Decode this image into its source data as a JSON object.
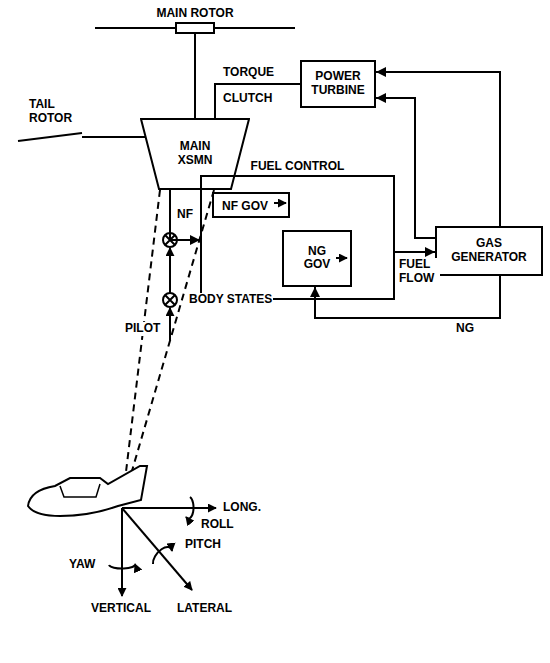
{
  "diagram": {
    "nodes": [
      {
        "text": [
          "MAIN ROTOR"
        ]
      },
      {
        "text": [
          "MAIN XSMN"
        ]
      },
      {
        "text": [
          "POWER TURBINE"
        ]
      },
      {
        "text": [
          "FUEL CONTROL"
        ]
      },
      {
        "text": [
          "NF GOV"
        ],
        "in": 3
      },
      {
        "text": [
          "NG GOV"
        ],
        "in": 3
      },
      {
        "text": [
          "GAS GENERATOR"
        ]
      }
    ],
    "edges": [
      {
        "from": 0,
        "to": 1,
        "arrow": "none"
      },
      {
        "from": 2,
        "to": 1,
        "label": "TORQUE",
        "arrow": "none"
      },
      {
        "from": 1,
        "to": 3,
        "label": "NF",
        "arrow": "to"
      },
      {
        "from": 3,
        "to": 6,
        "label": "FUEL FLOW",
        "arrow": "to"
      },
      {
        "from": 6,
        "to": 2,
        "arrow": "to"
      },
      {
        "from": 6,
        "to": 2,
        "arrow": "to"
      },
      {
        "from": 6,
        "to": 5,
        "label": "NG",
        "arrow": "to"
      }
    ],
    "labels": [
      "TAIL ROTOR",
      "CLUTCH",
      "BODY STATES",
      "PILOT",
      "LONG.",
      "ROLL",
      "YAW",
      "PITCH",
      "VERTICAL",
      "LATERAL"
    ]
  }
}
